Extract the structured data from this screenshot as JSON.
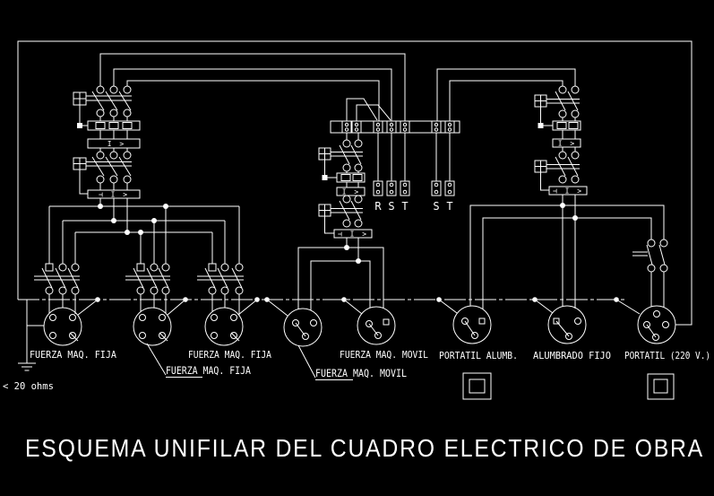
{
  "colors": {
    "background": "#000000",
    "line": "#ffffff"
  },
  "title": "ESQUEMA UNIFILAR DEL CUADRO ELECTRICO DE OBRA",
  "earth": {
    "note": "< 20 ohms"
  },
  "phase_terminals": {
    "r": "R",
    "s": "S",
    "t": "T",
    "s2": "S",
    "t2": "T"
  },
  "relays": {
    "overcurrent": "I >",
    "combined": "⊣ I >"
  },
  "socket_labels": {
    "row": [
      "FUERZA MAQ. FIJA",
      "FUERZA MAQ. FIJA",
      "FUERZA MAQ. MOVIL",
      "PORTATIL ALUMB.",
      "ALUMBRADO FIJO",
      "PORTATIL (220 V.)"
    ]
  },
  "callouts": [
    {
      "text": "FUERZA MAQ. FIJA"
    },
    {
      "text": "FUERZA MAQ. MOVIL"
    }
  ]
}
